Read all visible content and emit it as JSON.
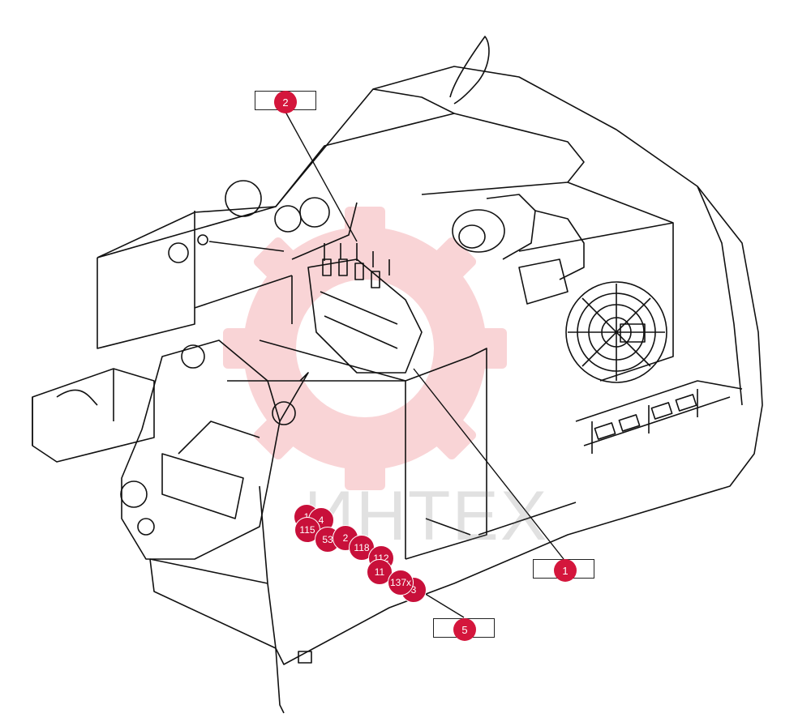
{
  "diagram": {
    "watermark": "ИНТЕХ",
    "callouts": [
      {
        "id": "1",
        "label": "1"
      },
      {
        "id": "2",
        "label": "2"
      },
      {
        "id": "5",
        "label": "5"
      }
    ],
    "part_markers": [
      {
        "label": "1"
      },
      {
        "label": "4"
      },
      {
        "label": "115"
      },
      {
        "label": "53"
      },
      {
        "label": "2"
      },
      {
        "label": "118"
      },
      {
        "label": "112"
      },
      {
        "label": "11"
      },
      {
        "label": "137x"
      },
      {
        "label": "3"
      }
    ],
    "colors": {
      "marker": "#d4163c",
      "outline": "#111111",
      "watermark": "#f5c3c6"
    }
  }
}
